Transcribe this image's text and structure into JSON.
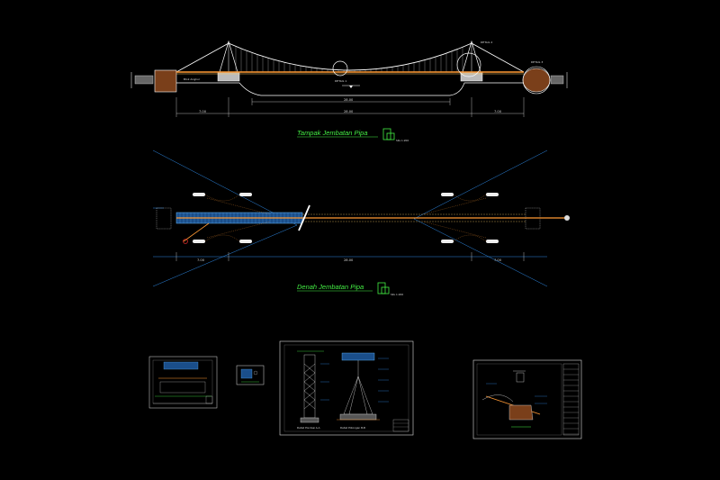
{
  "views": {
    "elevation": {
      "title": "Tampak Jembatan Pipa",
      "scale": "SKL 1:200"
    },
    "plan": {
      "title": "Denah Jembatan Pipa",
      "scale": "SKL 1:200"
    }
  },
  "dimensions": {
    "elevation_upper": "28.00",
    "elevation_total": "28.00",
    "elevation_left": "7.00",
    "elevation_right": "7.00",
    "plan_left": "7.00",
    "plan_center": "28.00",
    "plan_right": "7.00"
  },
  "callouts": {
    "detail_1": "DETAIL 1",
    "detail_2": "DETAIL 2",
    "detail_3": "DETAIL 3",
    "anchor_left": "Blok Angkur"
  },
  "sheets": {
    "sheet_c": {
      "caption_left": "Detail Pondasi A-A",
      "caption_right": "Detail Potongan B-B"
    }
  },
  "colors": {
    "background": "#000000",
    "cable": "#ffffff",
    "pipe": "#ff9933",
    "guide": "#3399ff",
    "title": "#44ee44",
    "anchor": "#cc6633"
  }
}
